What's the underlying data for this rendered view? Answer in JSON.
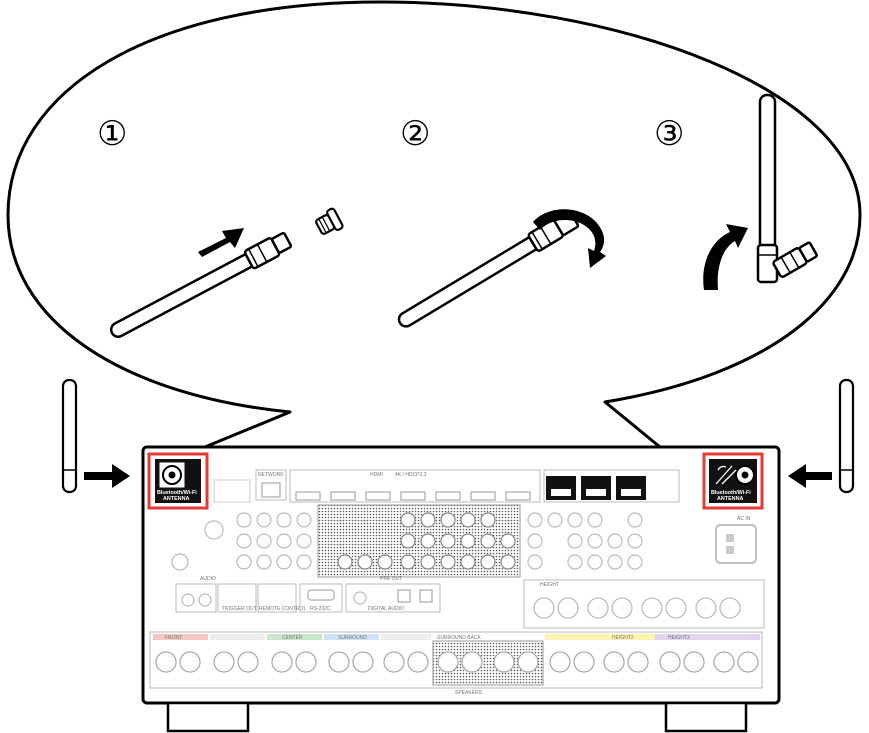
{
  "steps": [
    {
      "number": "①",
      "action": "insert"
    },
    {
      "number": "②",
      "action": "rotate"
    },
    {
      "number": "③",
      "action": "raise"
    }
  ],
  "antenna_port": {
    "label_line1": "Bluetooth/Wi-Fi",
    "label_line2": "ANTENNA"
  },
  "panel_labels": {
    "network": "NETWORK",
    "hdmi": "HDMI",
    "hdmi_spec": "4K / HDCP2.3",
    "ac_in": "AC IN",
    "speakers": "SPEAKERS",
    "pre_out": "PRE OUT",
    "audio": "AUDIO",
    "trigger_out": "TRIGGER OUT",
    "ir": "REMOTE CONTROL",
    "rs232c": "RS-232C",
    "digital_audio": "DIGITAL AUDIO",
    "front": "FRONT",
    "center": "CENTER",
    "surround": "SURROUND",
    "surround_back": "SURROUND BACK",
    "height": "HEIGHT",
    "height2": "HEIGHT2",
    "height3": "HEIGHT3"
  },
  "colors": {
    "highlight": "#e53935",
    "outline": "#000000",
    "faded": "#bdbdbd"
  }
}
